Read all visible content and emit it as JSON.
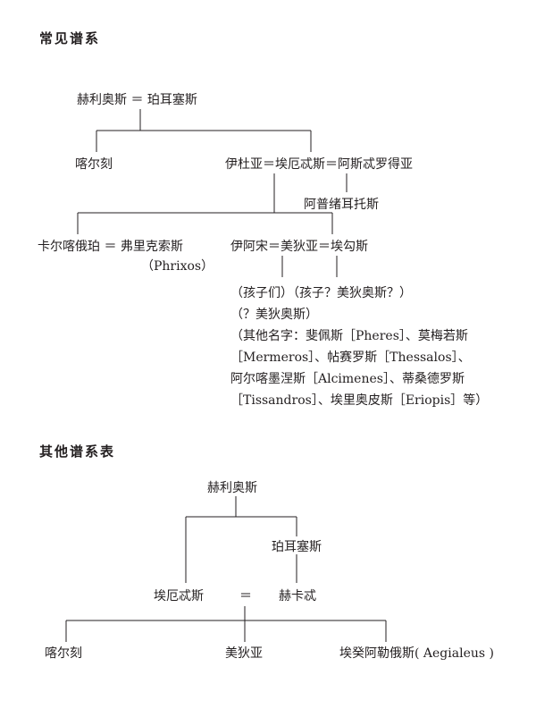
{
  "section1": {
    "title": "常见谱系",
    "nodes": {
      "helios_perse": "赫利奥斯 ＝ 珀耳塞斯",
      "circe": "喀尔刻",
      "aeetes_line": "伊杜亚＝埃厄忒斯＝阿斯忒罗得亚",
      "apsyrtus": "阿普绪耳托斯",
      "chalciope": "卡尔喀俄珀 ＝ 弗里克索斯",
      "phrixos_latin": "（Phrixos）",
      "medea_line": "伊阿宋＝美狄亚＝埃勾斯",
      "note1": "（孩子们）（孩子？美狄奥斯？）",
      "note2": "（？美狄奥斯）",
      "note3": "（其他名字：斐佩斯［Pheres］、莫梅若斯",
      "note4": "［Mermeros］、帖赛罗斯［Thessalos］、",
      "note5": "阿尔喀墨涅斯［Alcimenes］、蒂桑德罗斯",
      "note6": "［Tissandros］、埃里奥皮斯［Eriopis］等）"
    }
  },
  "section2": {
    "title": "其他谱系表",
    "nodes": {
      "helios": "赫利奥斯",
      "perse": "珀耳塞斯",
      "aeetes": "埃厄忒斯",
      "marriage": "＝",
      "hecate": "赫卡忒",
      "circe": "喀尔刻",
      "medea": "美狄亚",
      "aegialeus": "埃癸阿勒俄斯( Aegialeus )"
    }
  }
}
